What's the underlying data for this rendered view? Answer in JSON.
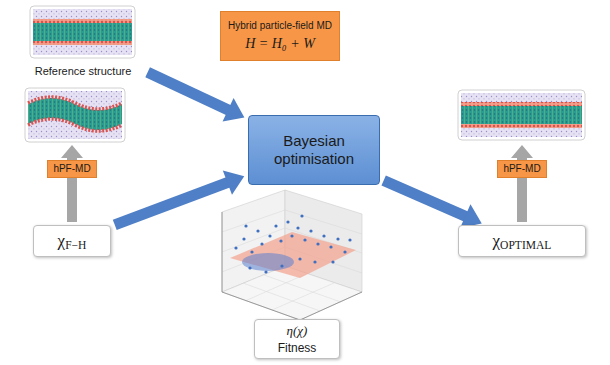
{
  "diagram": {
    "nodes": [
      {
        "text": [
          "Reference structure"
        ]
      },
      {
        "text": [
          "Hybrid particle-field MD",
          "H = H₀ + W"
        ]
      },
      {
        "text": [
          "Bayesian optimisation"
        ]
      },
      {
        "text": [
          "hPF-MD"
        ]
      },
      {
        "text": [
          "χF−H"
        ]
      },
      {
        "text": [
          "η(χ)",
          "Fitness"
        ]
      },
      {
        "text": [
          "hPF-MD"
        ]
      },
      {
        "text": [
          "χOPTIMAL"
        ]
      }
    ],
    "edges": [
      {
        "from": 0,
        "to": 2,
        "arrow": "to"
      },
      {
        "from": 4,
        "to": 2,
        "arrow": "to"
      },
      {
        "from": 2,
        "to": 7,
        "arrow": "to"
      }
    ]
  }
}
